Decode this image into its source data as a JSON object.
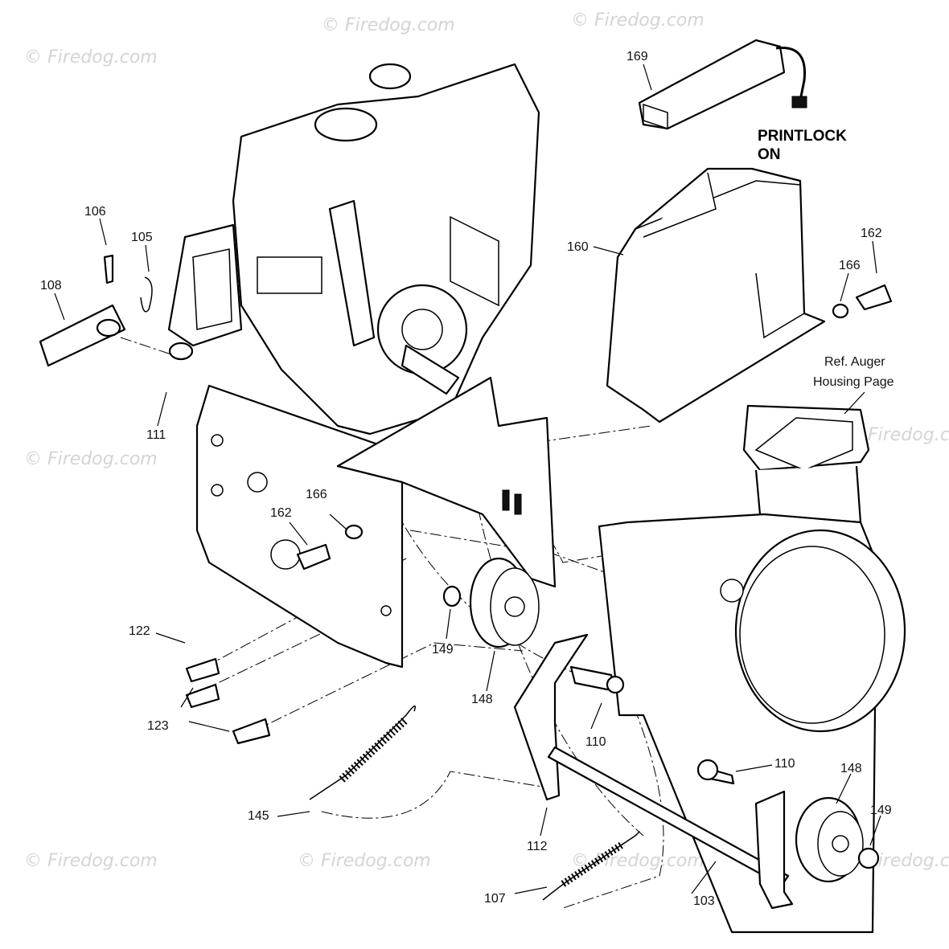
{
  "watermark": "© Firedog.com",
  "notes": {
    "printlock_line1": "PRINTLOCK",
    "printlock_line2": "ON",
    "ref_line1": "Ref. Auger",
    "ref_line2": "Housing Page"
  },
  "callouts": {
    "c169": "169",
    "c106": "106",
    "c105": "105",
    "c108": "108",
    "c111": "111",
    "c160": "160",
    "c162a": "162",
    "c166a": "166",
    "c166b": "166",
    "c162b": "162",
    "c122": "122",
    "c123": "123",
    "c149a": "149",
    "c148a": "148",
    "c110a": "110",
    "c145": "145",
    "c112": "112",
    "c107": "107",
    "c103": "103",
    "c110b": "110",
    "c148b": "148",
    "c149b": "149"
  }
}
